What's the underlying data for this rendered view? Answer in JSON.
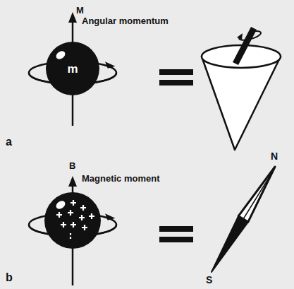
{
  "diagram": {
    "nodes": [
      {
        "text": [
          "m"
        ]
      }
    ],
    "labels": [
      "M",
      "Angular momentum",
      "a",
      "B",
      "Magnetic moment",
      "N",
      "S",
      "b"
    ]
  }
}
